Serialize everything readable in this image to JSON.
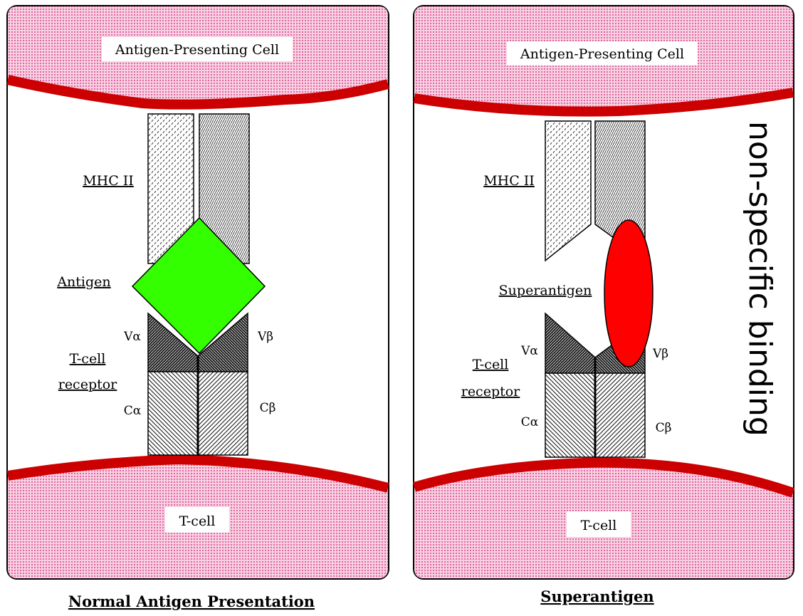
{
  "left_panel": {
    "apc_label": "Antigen-Presenting Cell",
    "mhc_label": "MHC II",
    "antigen_label": "Antigen",
    "tcr_label_line1": "T-cell",
    "tcr_label_line2": "receptor",
    "v_alpha": "Vα",
    "v_beta": "Vβ",
    "c_alpha": "Cα",
    "c_beta": "Cβ",
    "tcell_label": "T-cell",
    "caption": "Normal Antigen Presentation"
  },
  "right_panel": {
    "apc_label": "Antigen-Presenting Cell",
    "mhc_label": "MHC II",
    "superantigen_label": "Superantigen",
    "tcr_label_line1": "T-cell",
    "tcr_label_line2": "receptor",
    "v_alpha": "Vα",
    "v_beta": "Vβ",
    "c_alpha": "Cα",
    "c_beta": "Cβ",
    "tcell_label": "T-cell",
    "caption": "Superantigen",
    "side_note": "non-specific binding"
  },
  "colors": {
    "cell_fill": "#f4bfd6",
    "membrane": "#cc0000",
    "antigen": "#33ff00",
    "superantigen": "#ff0000"
  }
}
